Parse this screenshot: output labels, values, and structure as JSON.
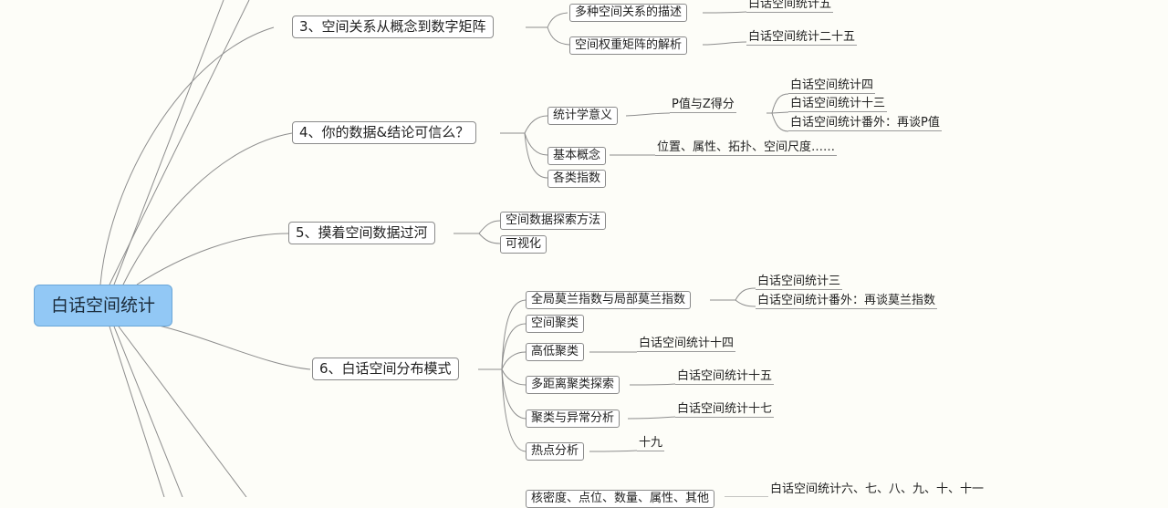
{
  "root": {
    "label": "白话空间统计"
  },
  "topics": [
    {
      "label": "3、空间关系从概念到数字矩阵",
      "children": [
        {
          "label": "多种空间关系的描述",
          "leaves": [
            "白话空间统计五"
          ]
        },
        {
          "label": "空间权重矩阵的解析",
          "leaves": [
            "白话空间统计二十五"
          ]
        }
      ]
    },
    {
      "label": "4、你的数据&结论可信么？",
      "children": [
        {
          "label": "统计学意义",
          "sub": "P值与Z得分",
          "leaves": [
            "白话空间统计四",
            "白话空间统计十三",
            "白话空间统计番外：再谈P值"
          ]
        },
        {
          "label": "基本概念",
          "leaves": [
            "位置、属性、拓扑、空间尺度……"
          ]
        },
        {
          "label": "各类指数",
          "leaves": []
        }
      ]
    },
    {
      "label": "5、摸着空间数据过河",
      "children": [
        {
          "label": "空间数据探索方法",
          "leaves": []
        },
        {
          "label": "可视化",
          "leaves": []
        }
      ]
    },
    {
      "label": "6、白话空间分布模式",
      "children": [
        {
          "label": "全局莫兰指数与局部莫兰指数",
          "leaves": [
            "白话空间统计三",
            "白话空间统计番外：再谈莫兰指数"
          ]
        },
        {
          "label": "空间聚类",
          "leaves": []
        },
        {
          "label": "高低聚类",
          "leaves": [
            "白话空间统计十四"
          ]
        },
        {
          "label": "多距离聚类探索",
          "leaves": [
            "白话空间统计十五"
          ]
        },
        {
          "label": "聚类与异常分析",
          "leaves": [
            "白话空间统计十七"
          ]
        },
        {
          "label": "热点分析",
          "leaves": [
            "十九"
          ]
        }
      ]
    }
  ],
  "partial_bottom": {
    "node": "核密度、点位、数量、属性、其他",
    "leaf": "白话空间统计六、七、八、九、十、十一"
  }
}
